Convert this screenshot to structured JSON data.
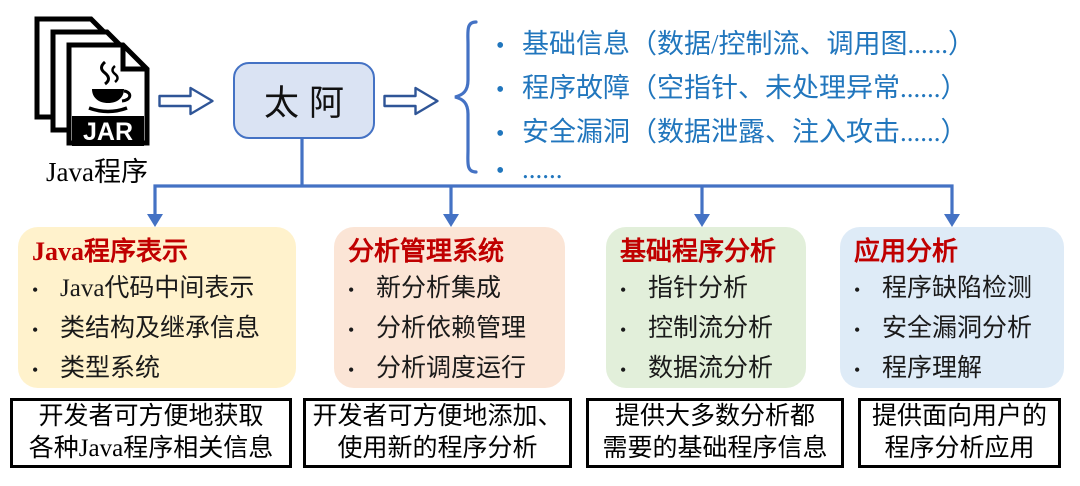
{
  "colors": {
    "connector_blue": "#4472C4",
    "list_text_blue": "#2176BD",
    "title_red": "#C00000",
    "core_box_fill": "#DAE3F3",
    "module_fills": [
      "#FFF2CC",
      "#FBE5D6",
      "#E2EFDA",
      "#DEEBF7"
    ]
  },
  "ui": {
    "bullet": "•"
  },
  "source": {
    "label": "Java程序",
    "jar_badge": "JAR"
  },
  "core": {
    "label": "太阿"
  },
  "outputs": {
    "items": [
      "基础信息（数据/控制流、调用图......）",
      "程序故障（空指针、未处理异常......）",
      "安全漏洞（数据泄露、注入攻击......）",
      "......"
    ]
  },
  "modules": [
    {
      "title": "Java程序表示",
      "items": [
        "Java代码中间表示",
        "类结构及继承信息",
        "类型系统"
      ],
      "note_line1": "开发者可方便地获取",
      "note_line2": "各种Java程序相关信息"
    },
    {
      "title": "分析管理系统",
      "items": [
        "新分析集成",
        "分析依赖管理",
        "分析调度运行"
      ],
      "note_line1": "开发者可方便地添加、",
      "note_line2": "使用新的程序分析"
    },
    {
      "title": "基础程序分析",
      "items": [
        "指针分析",
        "控制流分析",
        "数据流分析"
      ],
      "note_line1": "提供大多数分析都",
      "note_line2": "需要的基础程序信息"
    },
    {
      "title": "应用分析",
      "items": [
        "程序缺陷检测",
        "安全漏洞分析",
        "程序理解"
      ],
      "note_line1": "提供面向用户的",
      "note_line2": "程序分析应用"
    }
  ]
}
